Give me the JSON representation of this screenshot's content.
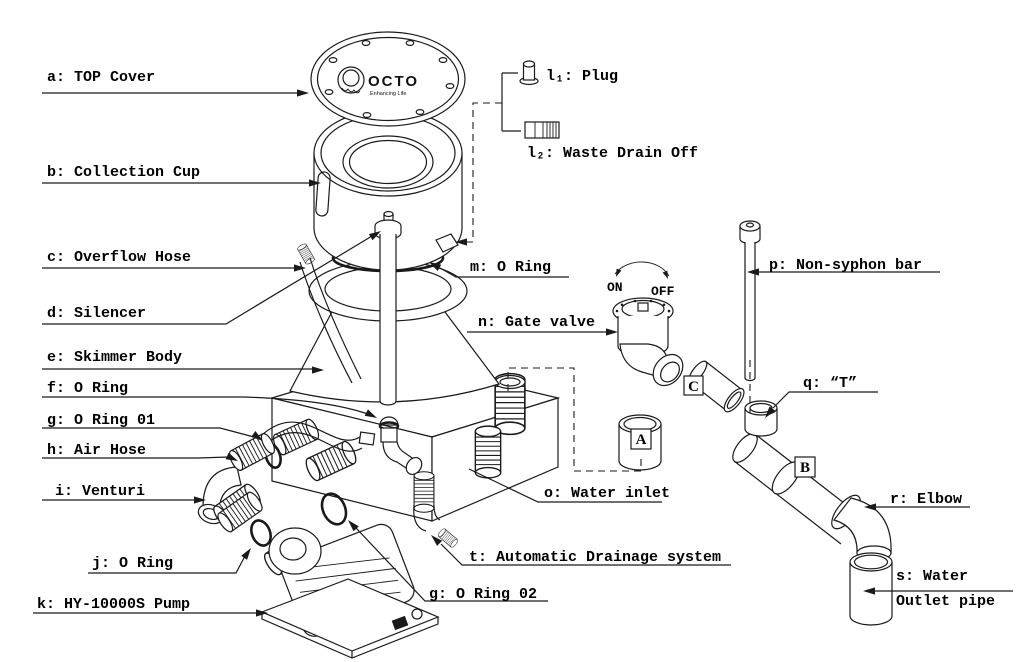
{
  "diagram": {
    "brand": {
      "name": "OCTO",
      "tagline": "Enhancing Life"
    },
    "parts": {
      "a": "a: TOP Cover",
      "b": "b: Collection Cup",
      "c": "c: Overflow Hose",
      "d": "d: Silencer",
      "e": "e: Skimmer Body",
      "f": "f: O Ring",
      "g1": "g: O Ring 01",
      "h": "h: Air Hose",
      "i": "i: Venturi",
      "j": "j: O Ring",
      "k": "k: HY-10000S Pump",
      "l1": "l₁: Plug",
      "l2": "l₂: Waste Drain Off",
      "m": "m: O Ring",
      "n": "n: Gate valve",
      "o": "o: Water inlet",
      "p": "p: Non-syphon bar",
      "q": "q:  “T”",
      "r": "r: Elbow",
      "s_line1": "s: Water",
      "s_line2": "Outlet pipe",
      "t": "t: Automatic Drainage system",
      "g2": "g: O Ring 02"
    },
    "valve_positions": {
      "on": "ON",
      "off": "OFF"
    },
    "pipe_markers": {
      "a": "A",
      "b": "B",
      "c": "C"
    },
    "colors": {
      "line": "#1a1a1a",
      "background": "#ffffff"
    }
  }
}
